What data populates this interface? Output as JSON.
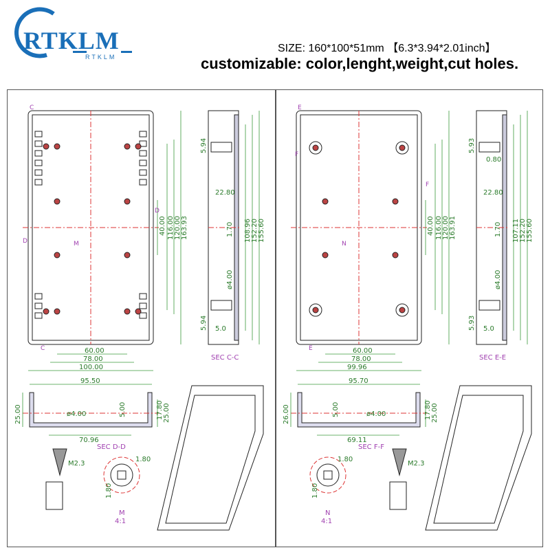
{
  "brand": {
    "logo_text": "RTKLM",
    "logo_sub": "RTKLM",
    "accent": "#1a6fb8"
  },
  "header": {
    "size_text": "SIZE: 160*100*51mm 【6.3*3.94*2.01inch】",
    "custom_text": "customizable: color,lenght,weight,cut holes."
  },
  "left": {
    "sec_label": "SEC C-C",
    "sec2_label": "SEC D-D",
    "detail_label": "M",
    "detail_scale": "4:1",
    "markers": {
      "c": "C",
      "d": "D",
      "m": "M"
    },
    "dims_front": [
      "60.00",
      "78.00",
      "100.00",
      "40.00",
      "116.00",
      "120.00",
      "163.93"
    ],
    "dims_side": [
      "5.94",
      "22.80",
      "1.70",
      "108.96",
      "152.20",
      "155.60",
      "ø4.00",
      "5.94",
      "5.0"
    ],
    "dims_bottom": [
      "95.50",
      "25.00",
      "5.00",
      "17.80",
      "25.00",
      "ø4.00",
      "70.96"
    ],
    "screw_label": "M2.3",
    "detail_dim": "1.80",
    "detail_dim2": "1.80"
  },
  "right": {
    "sec_label": "SEC E-E",
    "sec2_label": "SEC F-F",
    "detail_label": "N",
    "detail_scale": "4:1",
    "markers": {
      "e": "E",
      "f": "F",
      "n": "N"
    },
    "dims_front": [
      "60.00",
      "78.00",
      "99.96",
      "40.00",
      "116.00",
      "120.00",
      "163.91"
    ],
    "dims_side": [
      "5.93",
      "0.80",
      "22.80",
      "1.70",
      "107.11",
      "152.20",
      "155.60",
      "ø4.00",
      "5.93",
      "5.0"
    ],
    "dims_bottom": [
      "95.70",
      "26.00",
      "5.00",
      "17.80",
      "25.00",
      "ø4.00",
      "69.11"
    ],
    "screw_label": "M2.3",
    "detail_dim": "1.80",
    "detail_dim2": "1.80"
  }
}
